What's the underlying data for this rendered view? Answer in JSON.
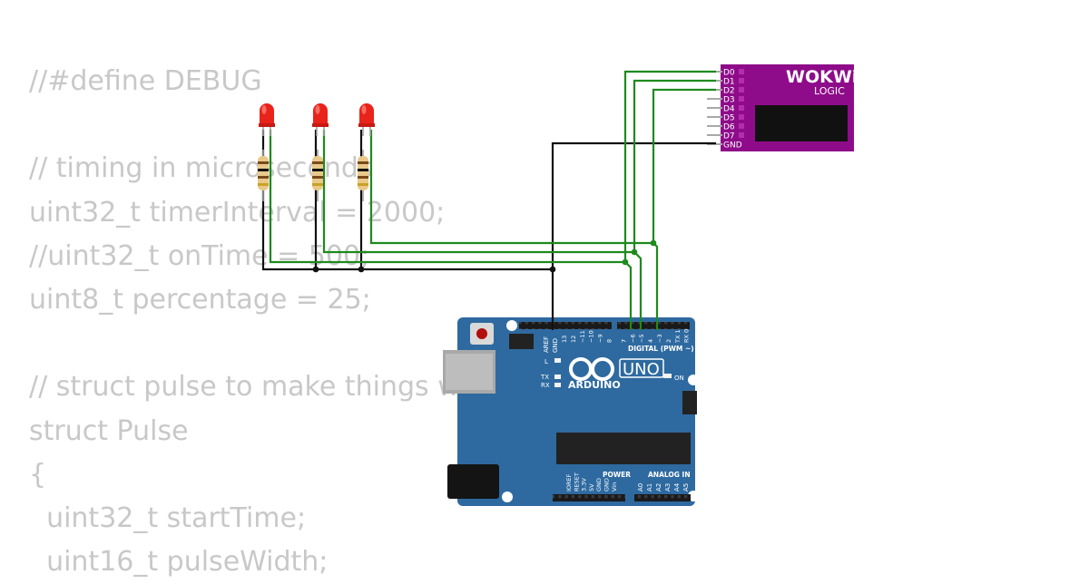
{
  "code": {
    "lines": [
      "//#define DEBUG",
      "",
      "// timing in microseconds",
      "uint32_t timerInterval = 2000;",
      "//uint32_t onTime = 500;",
      "uint8_t percentage = 25;",
      "",
      "// struct pulse to make things wo",
      "struct Pulse",
      "{",
      "  uint32_t startTime;",
      "  uint16_t pulseWidth;"
    ]
  },
  "logic_analyzer": {
    "brand": "WOKWi",
    "subtitle": "LOGIC",
    "pins": [
      "D0",
      "D1",
      "D2",
      "D3",
      "D4",
      "D5",
      "D6",
      "D7",
      "GND"
    ],
    "body_color": "#8e0c8a"
  },
  "arduino": {
    "brand": "ARDUINO",
    "model": "UNO",
    "aref": "AREF",
    "gnd": "GND",
    "digital_pins": [
      "13",
      "12",
      "~11",
      "~10",
      "~9",
      "8",
      "7",
      "~6",
      "~5",
      "4",
      "~3",
      "2",
      "TX 1",
      "RX 0"
    ],
    "digital_label": "DIGITAL (PWM ~)",
    "led_l": "L",
    "led_tx": "TX",
    "led_rx": "RX",
    "on_label": "ON",
    "power_label": "POWER",
    "analog_label": "ANALOG IN",
    "power_pins": [
      "IOREF",
      "RESET",
      "3.3V",
      "5V",
      "GND",
      "GND",
      "Vin"
    ],
    "analog_pins": [
      "A0",
      "A1",
      "A2",
      "A3",
      "A4",
      "A5"
    ],
    "board_color": "#2e6aa0"
  },
  "components": {
    "leds": [
      "red-led-1",
      "red-led-2",
      "red-led-3"
    ],
    "led_color": "#e8231b",
    "wire_signal_color": "#1e8a1e",
    "wire_ground_color": "#111111"
  }
}
